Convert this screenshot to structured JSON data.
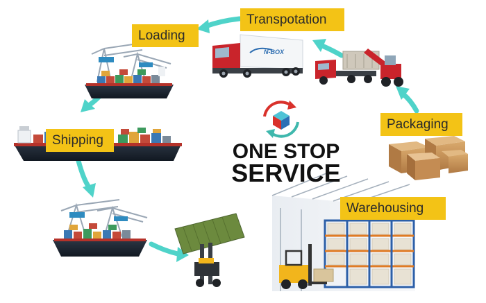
{
  "center": {
    "line1": "ONE STOP",
    "line2": "SERVICE"
  },
  "steps": {
    "transportation": "Transpotation",
    "loading": "Loading",
    "shipping": "Shipping",
    "packaging": "Packaging",
    "warehousing": "Warehousing"
  },
  "truck_brand": "N-BOX",
  "colors": {
    "label_bg": "#f3c316",
    "arrow": "#4fd3c9",
    "ship_hull": "#1c2430",
    "ship_red": "#b5322a",
    "truck_cab": "#c9242b",
    "box": "#c9945a",
    "forklift": "#f2b51c",
    "container_green": "#6c8a3e"
  }
}
